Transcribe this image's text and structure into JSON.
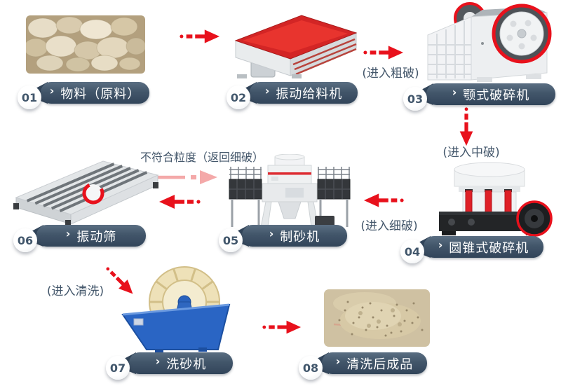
{
  "stations": [
    {
      "num": "01",
      "label": "物料（原料）"
    },
    {
      "num": "02",
      "label": "振动给料机"
    },
    {
      "num": "03",
      "label": "颚式破碎机"
    },
    {
      "num": "04",
      "label": "圆锥式破碎机"
    },
    {
      "num": "05",
      "label": "制砂机"
    },
    {
      "num": "06",
      "label": "振动筛"
    },
    {
      "num": "07",
      "label": "洗砂机"
    },
    {
      "num": "08",
      "label": "清洗后成品"
    }
  ],
  "flow_labels": {
    "enter_coarse": "(进入粗破)",
    "enter_medium": "(进入中破)",
    "enter_fine": "(进入细破)",
    "oversize_return": "不符合粒度（返回细破）",
    "enter_washing": "(进入清洗)"
  },
  "icons": {
    "chevron": "›"
  },
  "colors": {
    "arrow-red": "#e8111c",
    "arrow-pink": "#f4a9a9",
    "label-text": "#44576b",
    "badge-top": "#5a6e82",
    "badge-bottom": "#32455a",
    "number-text": "#41566b"
  }
}
